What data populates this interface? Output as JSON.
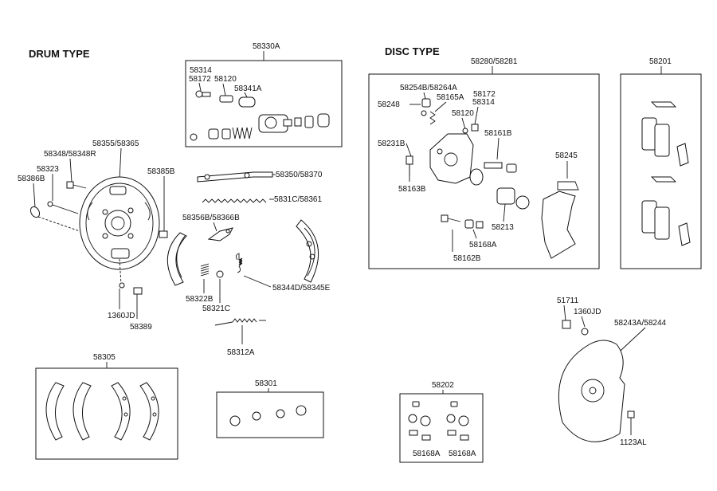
{
  "sections": {
    "drum": "DRUM TYPE",
    "disc": "DISC TYPE"
  },
  "parts": {
    "p58330A": "58330A",
    "p58314a": "58314",
    "p58172a": "58172",
    "p58120a": "58120",
    "p58341A": "58341A",
    "p58355": "58355/58365",
    "p58348": "58348/58348R",
    "p58323": "58323",
    "p58386B": "58386B",
    "p58385B": "58385B",
    "p58350": "58350/58370",
    "p58311C": "5831C/58361",
    "p58356B": "58356B/58366B",
    "p58344D": "58344D/58345E",
    "p58322B": "58322B",
    "p58321C": "58321C",
    "p1360JDa": "1360JD",
    "p58389": "58389",
    "p58312A": "58312A",
    "p58305": "58305",
    "p58301": "58301",
    "p58280": "58280/58281",
    "p58254B": "58254B/58264A",
    "p58165A": "58165A",
    "p58172b": "58172",
    "p58314b": "58314",
    "p58248": "58248",
    "p58120b": "58120",
    "p58161B": "58161B",
    "p58231B": "58231B",
    "p58245": "58245",
    "p58163B": "58163B",
    "p58213": "58213",
    "p58168Aa": "58168A",
    "p58162B": "58162B",
    "p58201": "58201",
    "p51711": "51711",
    "p1360JDb": "1360JD",
    "p58243A": "58243A/58244",
    "p1123AL": "1123AL",
    "p58202": "58202",
    "p58168Ab": "58168A",
    "p58168Ac": "58168A"
  }
}
